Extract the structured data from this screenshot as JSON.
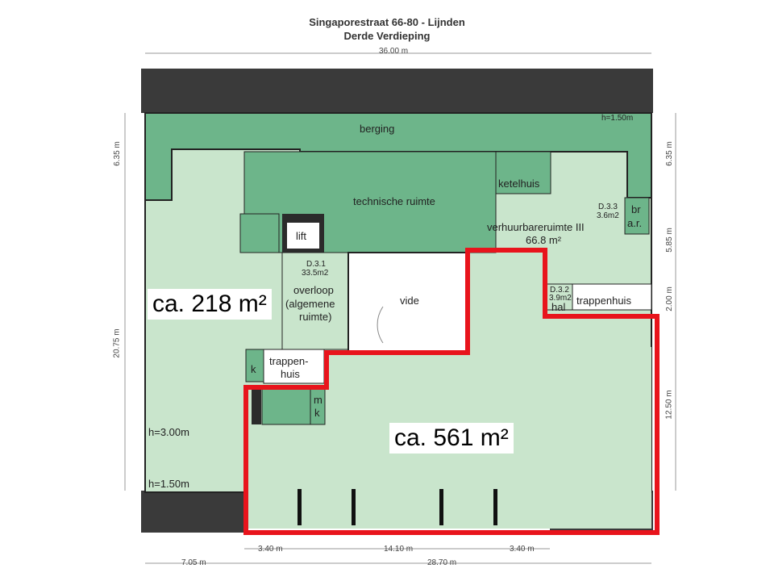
{
  "header": {
    "title": "Singaporestraat 66-80 - Lijnden",
    "subtitle": "Derde Verdieping"
  },
  "dimensions": {
    "top": "36.00 m",
    "left_top": "6.35 m",
    "left_main": "20.75 m",
    "right_top": "6.35 m",
    "right_mid": "5.85 m",
    "right_mid2": "2.00 m",
    "right_bottom": "12.50 m",
    "bottom_a": "3.40 m",
    "bottom_b": "14.10 m",
    "bottom_c": "3.40 m",
    "bottom_d": "7.05 m",
    "bottom_e": "28.70 m"
  },
  "rooms": {
    "berging": "berging",
    "berging_height": "h=1.50m",
    "technische_ruimte": "technische ruimte",
    "ketelhuis": "ketelhuis",
    "d33_code": "D.3.3",
    "d33_area": "3.6m2",
    "br": "br",
    "ar": "a.r.",
    "verhuur": "verhuurbareruimte III",
    "verhuur_area": "66.8 m²",
    "lift": "lift",
    "d31_code": "D.3.1",
    "d31_area": "33.5m2",
    "overloop_1": "overloop",
    "overloop_2": "(algemene",
    "overloop_3": "ruimte)",
    "vide": "vide",
    "d32_code": "D.3.2",
    "d32_area": "3.9m2",
    "hal": "hal",
    "trappenhuis_right": "trappenhuis",
    "k_left": "k",
    "trappen_1": "trappen-",
    "trappen_2": "huis",
    "m": "m",
    "k_right": "k",
    "h300": "h=3.00m",
    "h150": "h=1.50m"
  },
  "callouts": {
    "left_area": "ca. 218 m²",
    "right_area": "ca. 561 m²"
  },
  "colors": {
    "light_green": "#c9e5cc",
    "dark_green": "#6db58a",
    "roof": "#3a3a3a",
    "highlight": "#e8141c"
  }
}
